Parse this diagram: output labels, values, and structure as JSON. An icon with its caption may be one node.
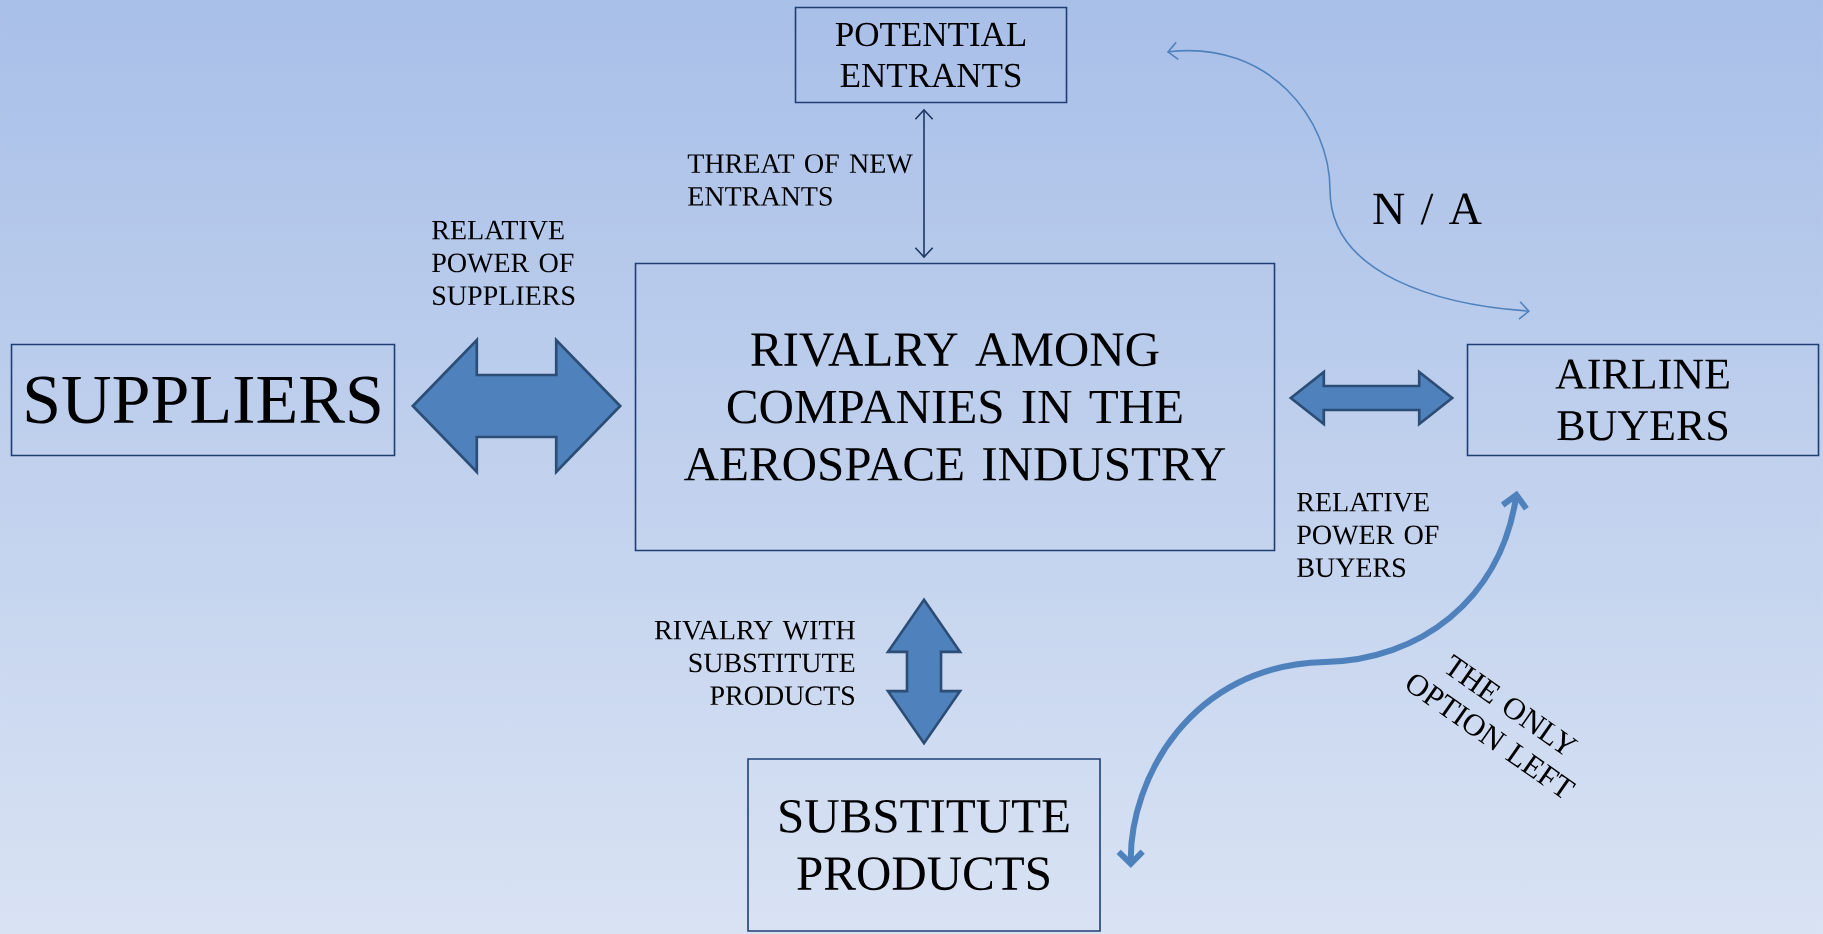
{
  "diagram": {
    "nodes": [
      {
        "text": [
          "POTENTIAL ENTRANTS"
        ]
      },
      {
        "text": [
          "SUPPLIERS"
        ]
      },
      {
        "text": [
          "RIVALRY AMONG COMPANIES IN THE AEROSPACE INDUSTRY"
        ]
      },
      {
        "text": [
          "AIRLINE BUYERS"
        ]
      },
      {
        "text": [
          "SUBSTITUTE PRODUCTS"
        ]
      }
    ],
    "edges": [
      {
        "from": 0,
        "to": 2,
        "arrow": "both",
        "label": "THREAT OF NEW ENTRANTS",
        "color": "#1f3864"
      },
      {
        "from": 1,
        "to": 2,
        "arrow": "both",
        "label": "RELATIVE POWER OF SUPPLIERS",
        "style": "thick"
      },
      {
        "from": 2,
        "to": 3,
        "arrow": "both",
        "label": "RELATIVE POWER OF BUYERS",
        "style": "thick"
      },
      {
        "from": 2,
        "to": 4,
        "arrow": "both",
        "label": "RIVALRY WITH SUBSTITUTE PRODUCTS",
        "style": "thick"
      },
      {
        "from": 0,
        "to": 3,
        "arrow": "both",
        "label": "N / A"
      },
      {
        "from": 3,
        "to": 4,
        "arrow": "both",
        "label": "THE ONLY OPTION LEFT",
        "style": "thick"
      }
    ]
  }
}
